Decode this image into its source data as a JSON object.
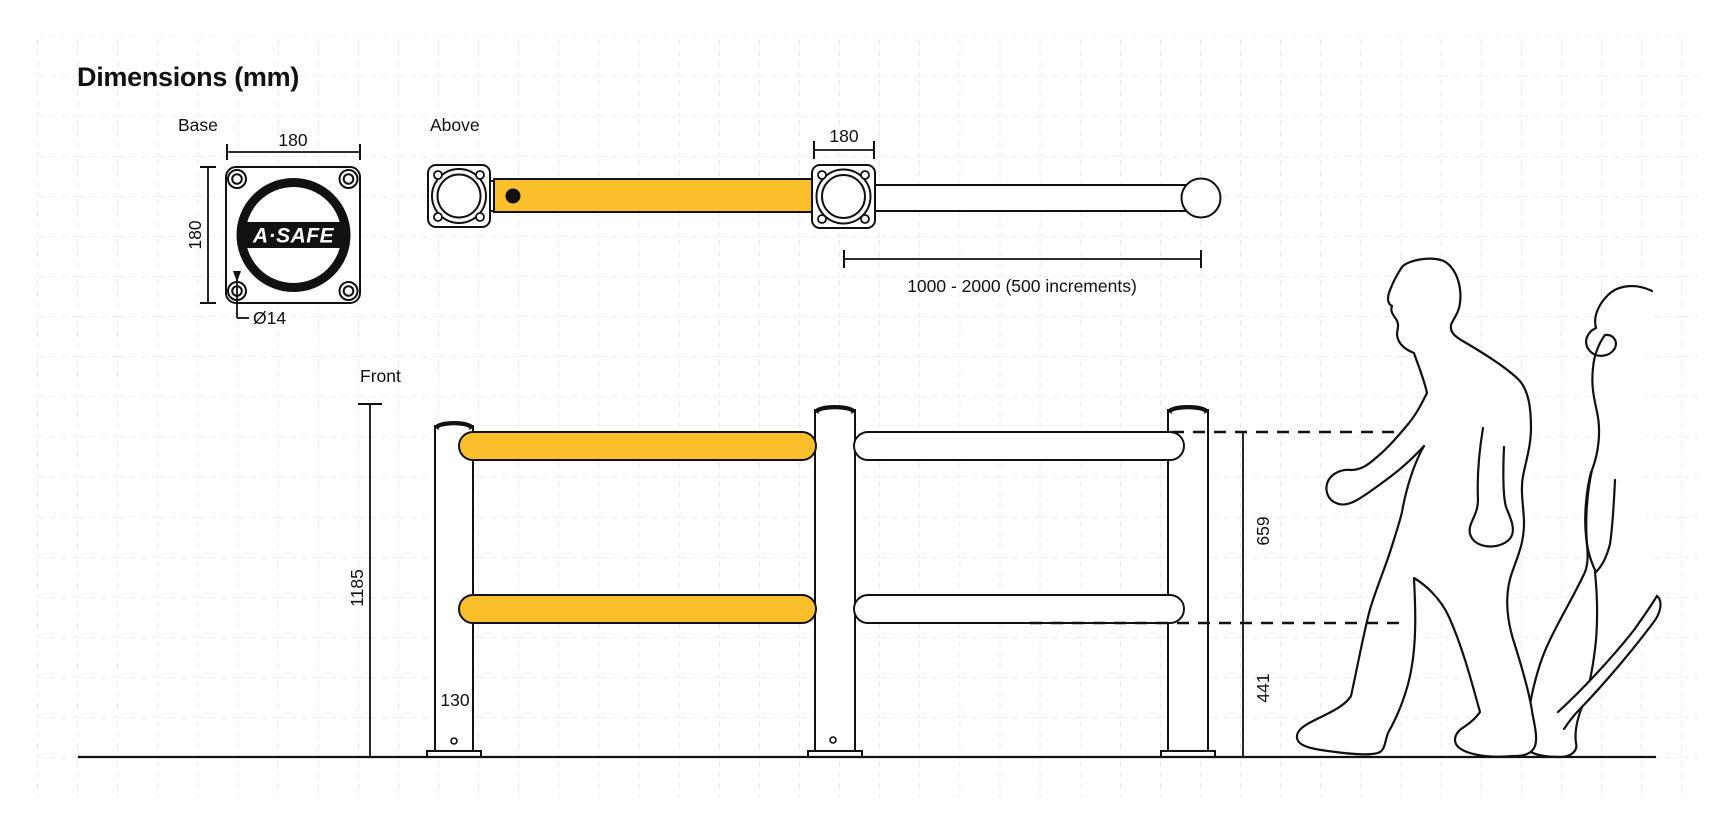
{
  "title": "Dimensions (mm)",
  "colors": {
    "accent_yellow": "#FBBF2B",
    "line": "#111111",
    "grid": "#D8D8D8",
    "background": "#FFFFFF"
  },
  "logo": {
    "text": "A·SAFE"
  },
  "views": {
    "base": {
      "label": "Base",
      "dim_width": "180",
      "dim_height": "180",
      "dim_hole_diameter": "Ø14"
    },
    "above": {
      "label": "Above",
      "dim_post_width": "180",
      "dim_span": "1000 - 2000 (500 increments)"
    },
    "front": {
      "label": "Front",
      "dim_total_height": "1185",
      "dim_post_width": "130",
      "dim_top_rail_height": "659",
      "dim_bottom_rail_height": "441"
    }
  }
}
